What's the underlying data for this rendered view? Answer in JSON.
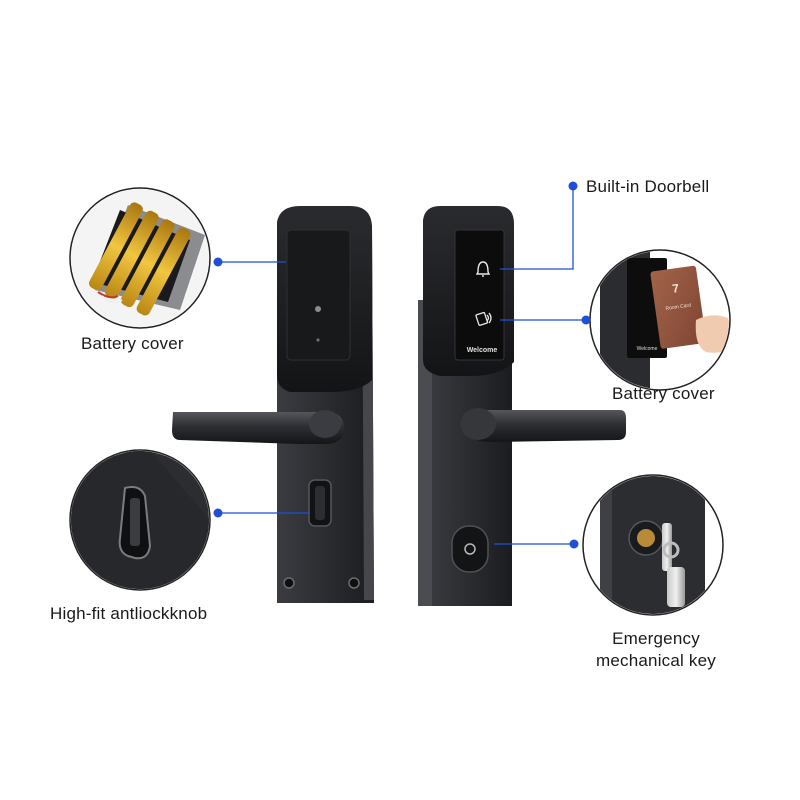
{
  "labels": {
    "battery_cover_left": "Battery  cover",
    "high_fit_knob": "High-fit antliockknob",
    "built_in_doorbell": "Built-in Doorbell",
    "battery_cover_right": "Battery  cover",
    "emergency_key_line1": "Emergency",
    "emergency_key_line2": "mechanical key"
  },
  "panel_text": {
    "welcome": "Welcome",
    "card_welcome": "Welcome",
    "card_digit": "7",
    "card_text": "Room Card"
  },
  "icons": {
    "doorbell": "bell-icon",
    "card_reader": "rfid-card-icon",
    "keyhole": "keyhole-icon"
  },
  "colors": {
    "callout": "#1f4fd6",
    "lock_body": "#1e1f22",
    "lock_plate": "#2c2e33",
    "background": "#ffffff",
    "battery": "#e7b52a"
  }
}
